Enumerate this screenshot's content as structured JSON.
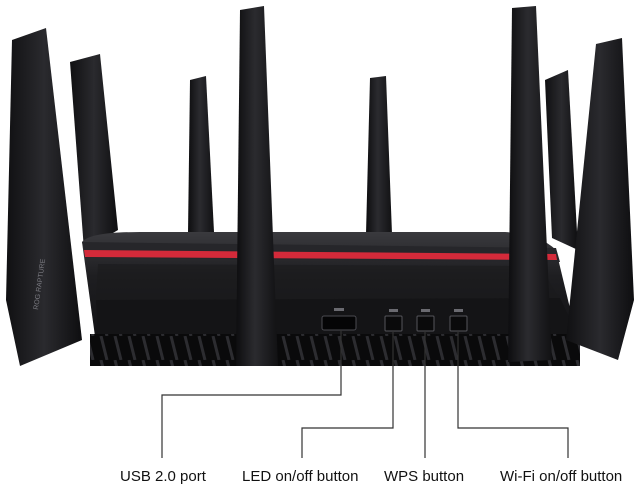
{
  "product_image": {
    "device": "router",
    "side_print": "ROG RAPTURE"
  },
  "callouts": {
    "usb_port": "USB 2.0 port",
    "led_button": "LED on/off button",
    "wps_button": "WPS button",
    "wifi_button": "Wi-Fi on/off button"
  },
  "colors": {
    "body": "#1b1b1d",
    "accent": "#d42a3a",
    "leader_line": "#333333"
  }
}
